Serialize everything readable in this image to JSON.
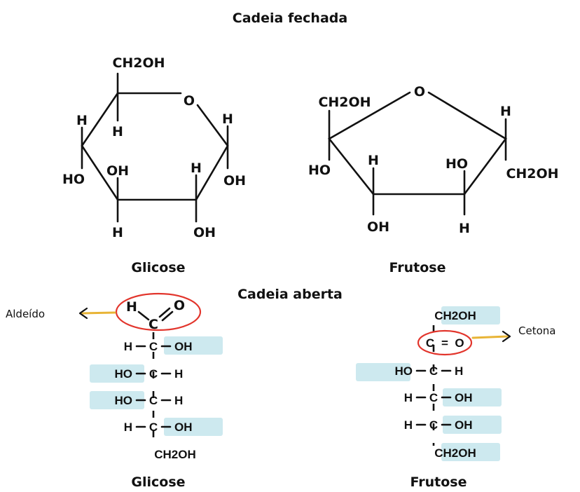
{
  "titles": {
    "closed": "Cadeia fechada",
    "open": "Cadeia aberta"
  },
  "glicose_ring": {
    "name": "Glicose",
    "labels": {
      "ch2oh": "CH2OH",
      "o": "O",
      "h_left": "H",
      "h_top": "H",
      "h_right": "H",
      "ho_left": "HO",
      "oh_inner": "OH",
      "h_inner": "H",
      "oh_right": "OH",
      "h_bottom": "H",
      "oh_bottom": "OH"
    }
  },
  "frutose_ring": {
    "name": "Frutose",
    "labels": {
      "o": "O",
      "ch2oh_left": "CH2OH",
      "ho_left": "HO",
      "h_inner": "H",
      "ho_inner": "HO",
      "h_right": "H",
      "ch2oh_right": "CH2OH",
      "oh_bottom": "OH",
      "h_bottom": "H"
    }
  },
  "glicose_open": {
    "name": "Glicose",
    "annotation": "Aldeído",
    "top": {
      "h": "H",
      "c": "C",
      "o": "O"
    },
    "rows": [
      {
        "left": "H",
        "center": "C",
        "right": "OH"
      },
      {
        "left": "HO",
        "center": "C",
        "right": "H"
      },
      {
        "left": "HO",
        "center": "C",
        "right": "H"
      },
      {
        "left": "H",
        "center": "C",
        "right": "OH"
      }
    ],
    "bottom": "CH2OH"
  },
  "frutose_open": {
    "name": "Frutose",
    "annotation": "Cetona",
    "top": "CH2OH",
    "carbonyl": {
      "c": "C",
      "eq": "=",
      "o": "O"
    },
    "rows": [
      {
        "left": "HO",
        "center": "C",
        "right": "H"
      },
      {
        "left": "H",
        "center": "C",
        "right": "OH"
      },
      {
        "left": "H",
        "center": "C",
        "right": "OH"
      }
    ],
    "bottom": "CH2OH"
  },
  "colors": {
    "highlight": "#cde9ef",
    "circle": "#e2352c",
    "arrow": "#e8b436"
  }
}
